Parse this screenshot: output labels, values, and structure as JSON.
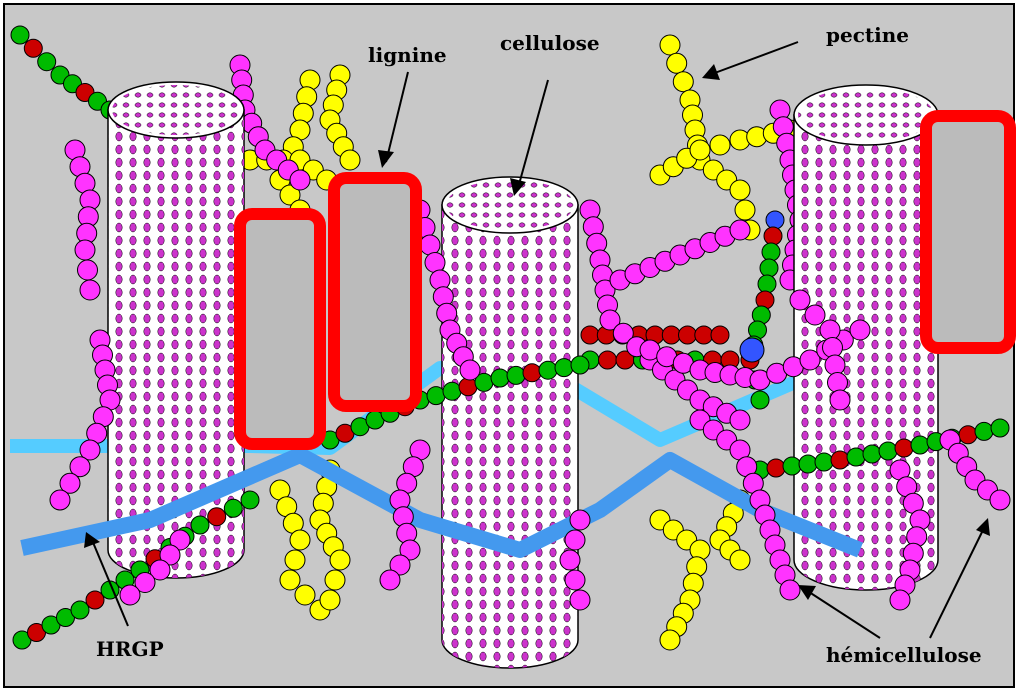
{
  "labels": {
    "lignine": "lignine",
    "cellulose": "cellulose",
    "pectine": "pectine",
    "hrgp": "HRGP",
    "hemicellulose": "hémicellulose"
  },
  "colors": {
    "background": "#c8c8c8",
    "cellulose_fill": "#ffffff",
    "cellulose_dots": "#cc33cc",
    "lignine_border": "#ff0000",
    "lignine_fill": "#bbbbbb",
    "pectine": "#ffff00",
    "hemicellulose": "#ff33ff",
    "hrgp_dark": "#4499ee",
    "hrgp_light": "#55ccff",
    "chain_green": "#00bb00",
    "chain_red": "#cc0000",
    "chain_blue": "#3355ff"
  }
}
